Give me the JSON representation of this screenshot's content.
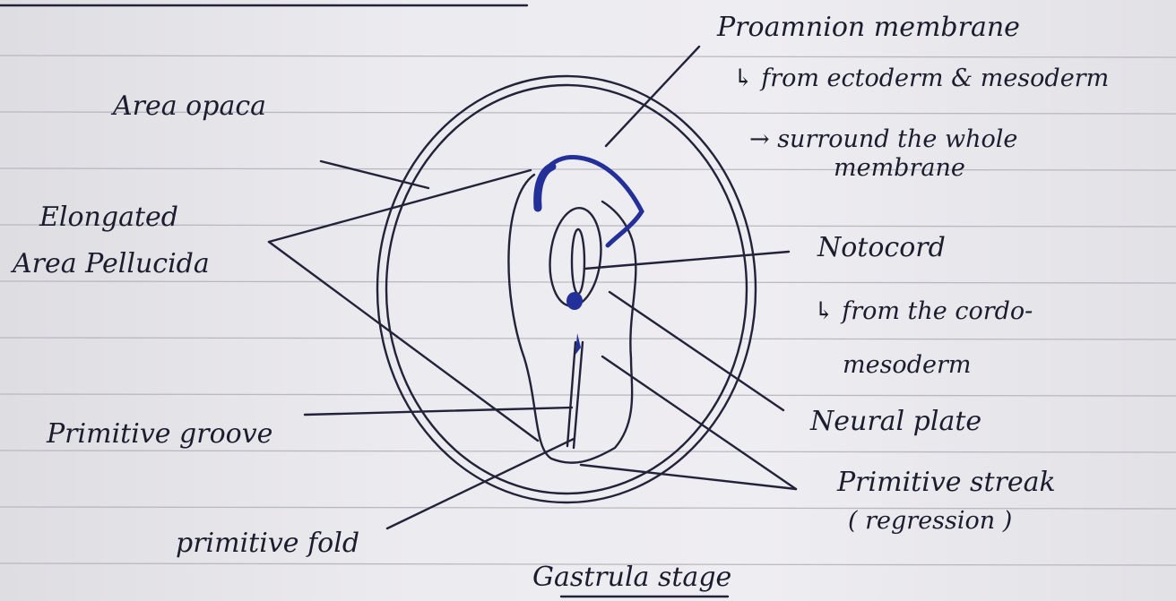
{
  "labels": {
    "area_opaca": "Area opaca",
    "elongated": "Elongated",
    "area_pellucida": "Area Pellucida",
    "primitive_groove": "Primitive groove",
    "primitive_fold": "primitive fold",
    "proamnion_membrane": "Proamnion membrane",
    "proamnion_note1": "↳ from ectoderm & mesoderm",
    "proamnion_note2a": "→ surround the whole",
    "proamnion_note2b": "membrane",
    "notocord": "Notocord",
    "notocord_note1": "↳ from the cordo-",
    "notocord_note2": "mesoderm",
    "neural_plate": "Neural plate",
    "primitive_streak": "Primitive streak",
    "regression": "( regression )",
    "caption": "Gastrula stage"
  },
  "colors": {
    "ink": "#1b1c2e",
    "blue_ink": "#24309a",
    "paper": "#ebeaee",
    "rule": "#b9b8c2"
  }
}
